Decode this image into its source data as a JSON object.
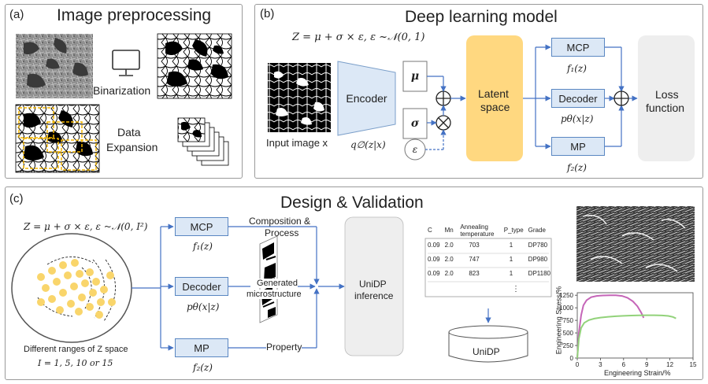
{
  "panel_a": {
    "tag": "(a)",
    "title": "Image preprocessing",
    "binarization": "Binarization",
    "data_expansion_1": "Data",
    "data_expansion_2": "Expansion"
  },
  "panel_b": {
    "tag": "(b)",
    "title": "Deep learning model",
    "equation": "Z = μ + σ × ε, ε ~𝒩(0, 1)",
    "input_label": "Input image x",
    "encoder": "Encoder",
    "encoder_dist": "q∅(z|x)",
    "mu": "μ",
    "sigma": "σ",
    "epsilon": "ε",
    "latent_1": "Latent",
    "latent_2": "space",
    "mcp": "MCP",
    "mcp_fn": "f₁(z)",
    "decoder": "Decoder",
    "decoder_fn": "pθ(x|z)",
    "mp": "MP",
    "mp_fn": "f₂(z)",
    "loss_1": "Loss",
    "loss_2": "function"
  },
  "panel_c": {
    "tag": "(c)",
    "title": "Design & Validation",
    "equation": "Z = μ + σ × ε, ε ~𝒩(0, I²)",
    "ranges_text": "Different ranges of Z space",
    "ranges_values": "I = 1, 5, 10 or 15",
    "mcp": "MCP",
    "mcp_fn": "f₁(z)",
    "decoder": "Decoder",
    "decoder_fn": "pθ(x|z)",
    "mp": "MP",
    "mp_fn": "f₂(z)",
    "comp_1": "Composition &",
    "comp_2": "Process",
    "gen_1": "Generated",
    "gen_2": "microstructure",
    "property": "Property",
    "unidp_inf_1": "UniDP",
    "unidp_inf_2": "inference",
    "unidp_db": "UniDP",
    "table": {
      "headers": [
        "C",
        "Mn",
        "Annealing temperature",
        "P_type",
        "Grade"
      ],
      "rows": [
        [
          "0.09",
          "2.0",
          "703",
          "1",
          "DP780"
        ],
        [
          "0.09",
          "2.0",
          "747",
          "1",
          "DP980"
        ],
        [
          "0.09",
          "2.0",
          "823",
          "1",
          "DP1180"
        ]
      ],
      "ellipsis": "⋮"
    }
  },
  "chart_data": {
    "type": "line",
    "title": "",
    "xlabel": "Engineering Strain/%",
    "ylabel": "Engineering Stress/%",
    "xlim": [
      0,
      15
    ],
    "ylim": [
      0,
      1300
    ],
    "xticks": [
      "0",
      "3",
      "6",
      "9",
      "12",
      "15"
    ],
    "yticks": [
      "0",
      "250",
      "500",
      "750",
      "1000",
      "1250"
    ],
    "grid": false,
    "series": [
      {
        "color": "#c565b8",
        "x": [
          0,
          0.2,
          0.5,
          0.8,
          1.2,
          1.8,
          2.5,
          3.3,
          4.2,
          5.0,
          5.8,
          6.5,
          7.2,
          7.8,
          8.3,
          8.6
        ],
        "y": [
          0,
          500,
          850,
          1050,
          1150,
          1210,
          1235,
          1245,
          1250,
          1248,
          1235,
          1200,
          1130,
          1030,
          900,
          800
        ]
      },
      {
        "color": "#92d27a",
        "x": [
          0,
          0.2,
          0.5,
          0.9,
          1.5,
          2.2,
          3.0,
          4.0,
          5.0,
          6.0,
          7.0,
          8.0,
          9.0,
          10.0,
          11.0,
          11.8,
          12.4,
          12.8
        ],
        "y": [
          0,
          380,
          600,
          700,
          755,
          785,
          805,
          820,
          832,
          840,
          846,
          850,
          852,
          852,
          848,
          838,
          818,
          790
        ]
      }
    ]
  },
  "colors": {
    "blue_box_fill": "#dce8f6",
    "blue_box_border": "#5a87c2",
    "latent_fill": "#ffd880",
    "loss_fill": "#eeeeee",
    "arrow": "#4472c4",
    "particle": "#f9d56b"
  }
}
